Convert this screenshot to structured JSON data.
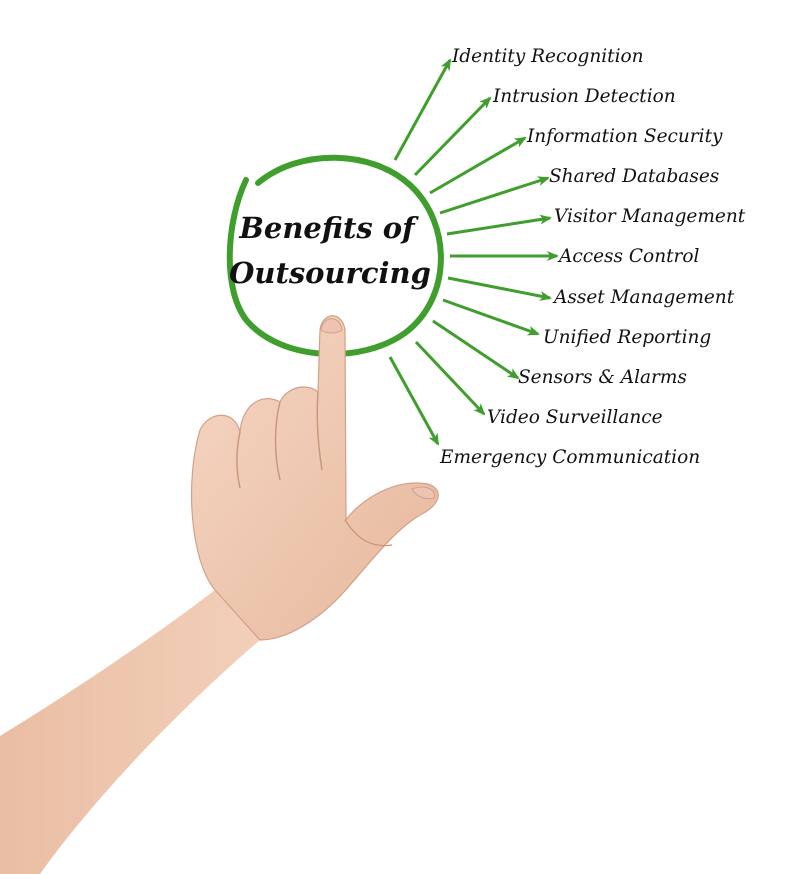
{
  "diagram": {
    "title_line1": "Benefits of",
    "title_line2": "Outsourcing",
    "accent_color": "#3f9e2c",
    "benefits": [
      "Identity Recognition",
      "Intrusion Detection",
      "Information Security",
      "Shared Databases",
      "Visitor Management",
      "Access Control",
      "Asset Management",
      "Unified Reporting",
      "Sensors & Alarms",
      "Video Surveillance",
      "Emergency Communication"
    ]
  },
  "photo": {
    "subject": "hand-pointing-icon"
  }
}
